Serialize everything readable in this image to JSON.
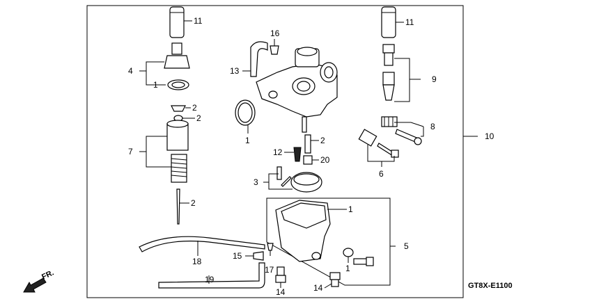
{
  "diagram": {
    "code": "GT8X-E1100",
    "direction": "FR.",
    "callouts": {
      "c11a": "11",
      "c4": "4",
      "c1a": "1",
      "c2a": "2",
      "c2b": "2",
      "c7": "7",
      "c2c": "2",
      "c16": "16",
      "c13": "13",
      "c1b": "1",
      "c2d": "2",
      "c12": "12",
      "c20": "20",
      "c3": "3",
      "c1c": "1",
      "c5": "5",
      "c1d": "1",
      "c18": "18",
      "c15": "15",
      "c17": "17",
      "c19": "19",
      "c14a": "14",
      "c14b": "14",
      "c11b": "11",
      "c9": "9",
      "c8": "8",
      "c6": "6",
      "c10": "10"
    }
  }
}
